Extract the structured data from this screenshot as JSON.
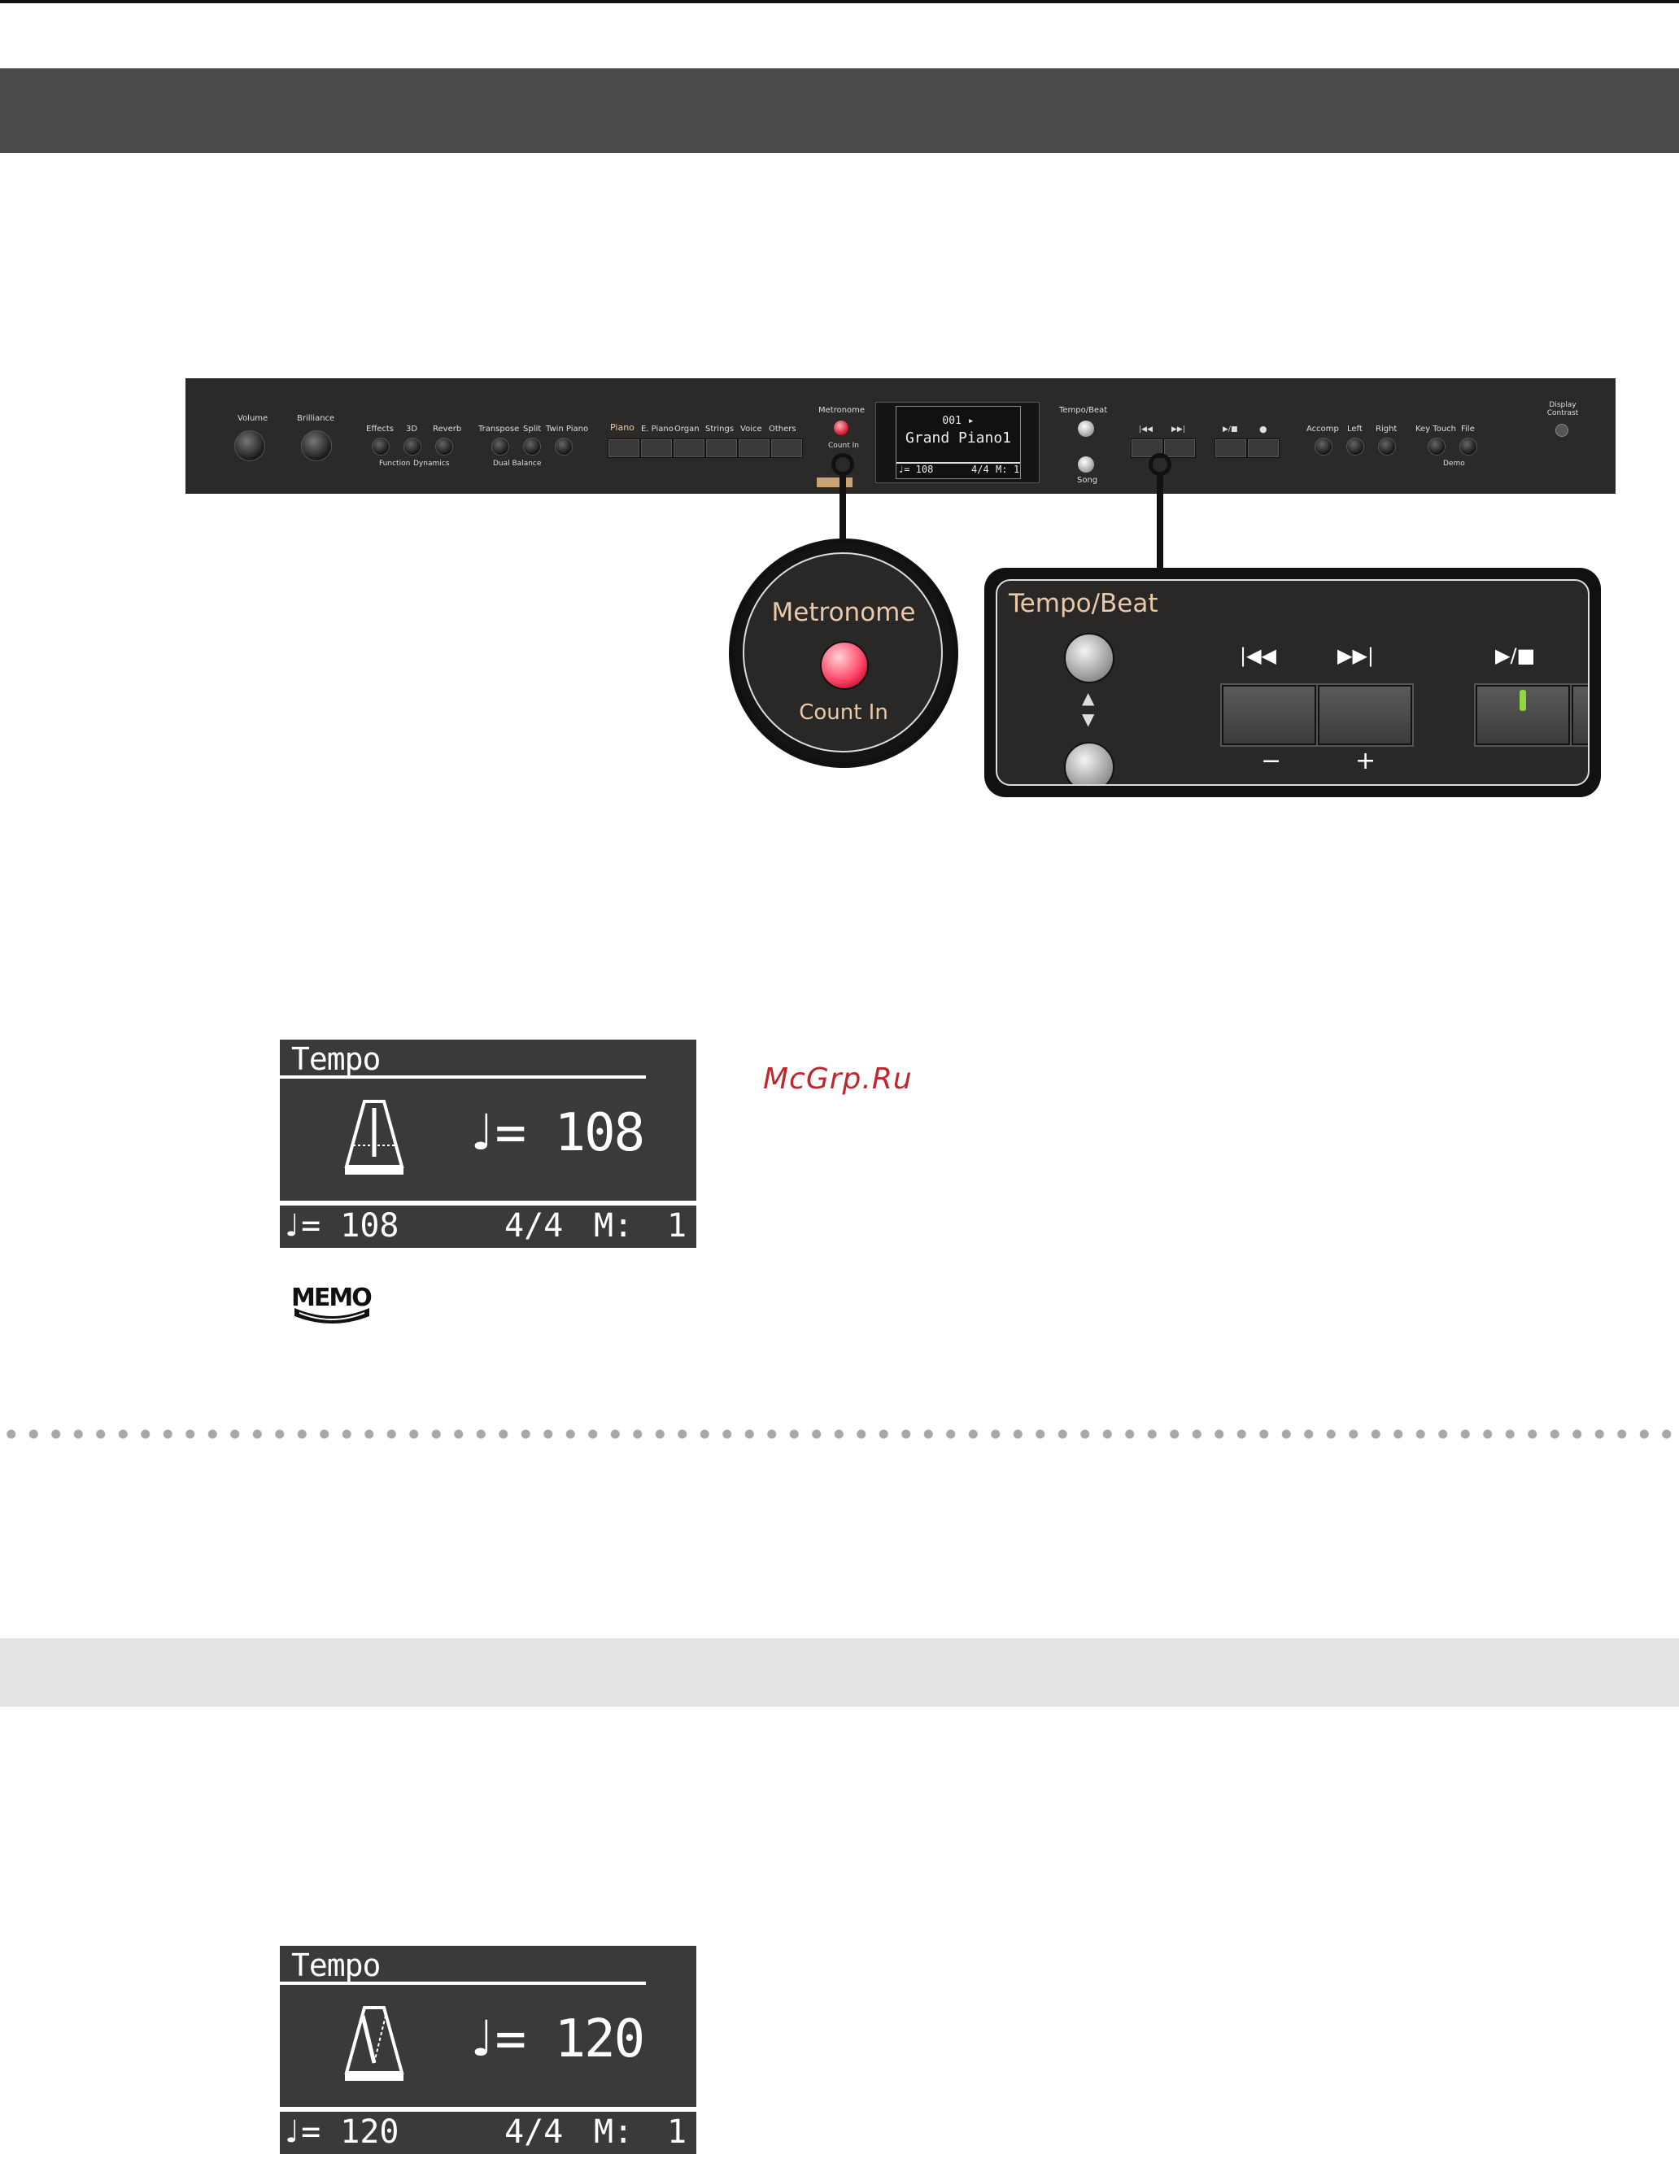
{
  "panel": {
    "volume": "Volume",
    "brilliance": "Brilliance",
    "effects": "Effects",
    "three_d": "3D",
    "reverb": "Reverb",
    "function": "Function",
    "dynamics": "Dynamics",
    "transpose": "Transpose",
    "split": "Split",
    "twin_piano": "Twin Piano",
    "dual_balance": "Dual Balance",
    "piano": "Piano",
    "e_piano": "E. Piano",
    "organ": "Organ",
    "strings": "Strings",
    "voice": "Voice",
    "others": "Others",
    "metronome": "Metronome",
    "count_in": "Count In",
    "tempo_beat": "Tempo/Beat",
    "song": "Song",
    "accomp": "Accomp",
    "left": "Left",
    "right": "Right",
    "key_touch": "Key Touch",
    "file": "File",
    "demo": "Demo",
    "display_contrast": "Display Contrast",
    "lcd_line1": "001 ▸",
    "lcd_line2": "Grand Piano1",
    "lcd_status_tempo": "♩= 108",
    "lcd_status_beat": "4/4",
    "lcd_status_m": "M:",
    "lcd_status_measure": "1"
  },
  "callout_metronome": {
    "label": "Metronome",
    "sub": "Count In"
  },
  "callout_tempo": {
    "label": "Tempo/Beat",
    "rewind": "|◀◀",
    "forward": "▶▶|",
    "play_stop": "▶/■",
    "minus": "−",
    "plus": "+",
    "up": "▲",
    "down": "▼"
  },
  "screen1": {
    "title": "Tempo",
    "value": "♩= 108",
    "status_tempo": "♩= 108",
    "status_beat": "4/4",
    "status_m": "M:",
    "status_measure": "1"
  },
  "screen2": {
    "title": "Tempo",
    "value": "♩= 120",
    "status_tempo": "♩= 120",
    "status_beat": "4/4",
    "status_m": "M:",
    "status_measure": "1"
  },
  "watermark": "McGrp.Ru",
  "memo_label": "MEMO"
}
